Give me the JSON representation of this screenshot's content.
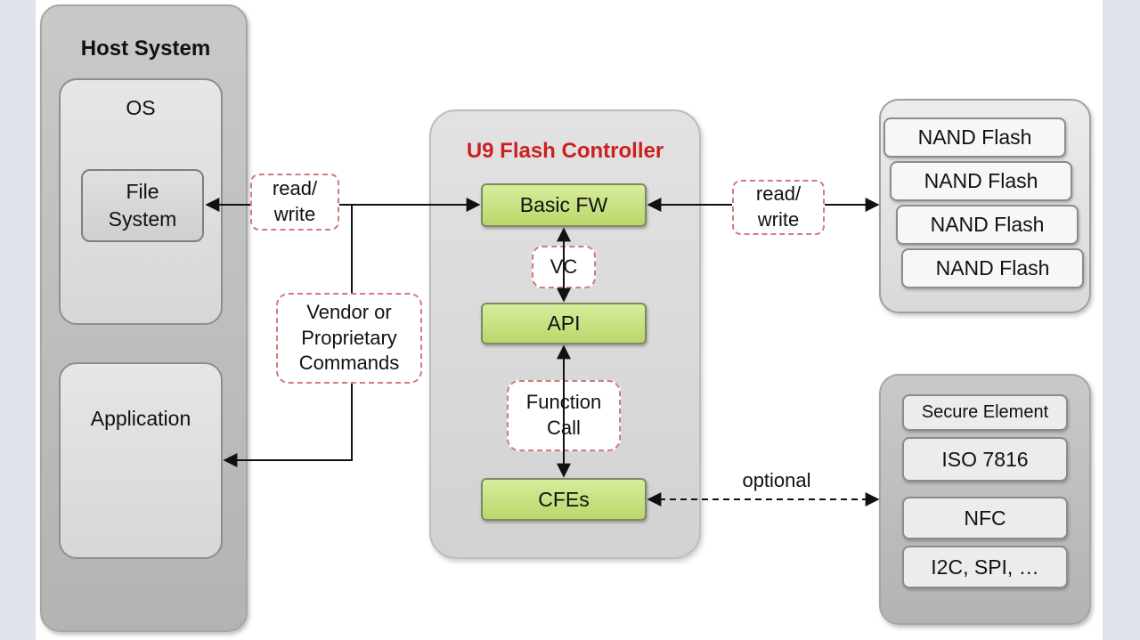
{
  "host": {
    "title": "Host System",
    "os_label": "OS",
    "file_system": [
      "File",
      "System"
    ],
    "application_label": "Application"
  },
  "controller": {
    "title": "U9 Flash Controller",
    "basic_fw": "Basic FW",
    "vc": "VC",
    "api": "API",
    "function_call": [
      "Function",
      "Call"
    ],
    "cfes": "CFEs"
  },
  "connections": {
    "host_read_write": [
      "read/",
      "write"
    ],
    "vendor_commands": [
      "Vendor or",
      "Proprietary",
      "Commands"
    ],
    "nand_read_write": [
      "read/",
      "write"
    ],
    "optional_label": "optional"
  },
  "nand": {
    "items": [
      "NAND Flash",
      "NAND Flash",
      "NAND Flash",
      "NAND Flash"
    ]
  },
  "secure": {
    "title": "Secure Element",
    "items": [
      "ISO 7816",
      "NFC",
      "I2C, SPI, …"
    ]
  },
  "colors": {
    "controller_title": "#cc1f1f",
    "green_box": "#c6e07d",
    "dashed_label_border": "#d47a7a"
  }
}
